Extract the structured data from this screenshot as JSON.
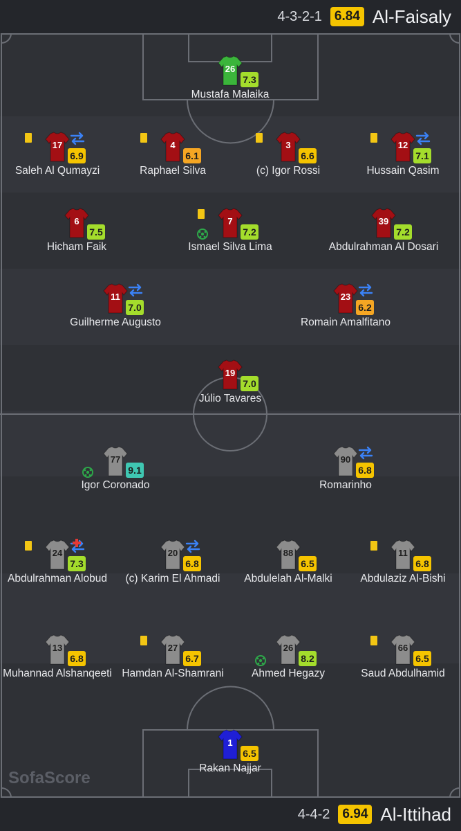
{
  "home": {
    "formation": "4-3-2-1",
    "avg_rating": "6.84",
    "name": "Al-Faisaly",
    "avg_color": "#f5c400"
  },
  "away": {
    "formation": "4-4-2",
    "avg_rating": "6.94",
    "name": "Al-Ittihad",
    "avg_color": "#f5c400"
  },
  "brand": "SofaScore",
  "kit_colors": {
    "home_keeper": "#3bb53b",
    "home_outfield": "#a30f14",
    "away_keeper": "#1f1fd6",
    "away_outfield": "#8c8c8c"
  },
  "rating_colors": {
    "9": "#3fc7b2",
    "7": "#a4dd2c",
    "6.5": "#f5c400",
    "6": "#f5a623"
  },
  "players": [
    {
      "number": "26",
      "name": "Mustafa Malaika",
      "rating": "7.3",
      "kit": "home_keeper"
    },
    {
      "number": "17",
      "name": "Saleh Al Qumayzi",
      "rating": "6.9",
      "kit": "home_outfield",
      "yellow": true,
      "sub": true
    },
    {
      "number": "4",
      "name": "Raphael Silva",
      "rating": "6.1",
      "kit": "home_outfield",
      "yellow": true
    },
    {
      "number": "3",
      "name": "(c) Igor Rossi",
      "rating": "6.6",
      "kit": "home_outfield",
      "yellow": true
    },
    {
      "number": "12",
      "name": "Hussain Qasim",
      "rating": "7.1",
      "kit": "home_outfield",
      "yellow": true,
      "sub": true
    },
    {
      "number": "6",
      "name": "Hicham Faik",
      "rating": "7.5",
      "kit": "home_outfield"
    },
    {
      "number": "7",
      "name": "Ismael Silva Lima",
      "rating": "7.2",
      "kit": "home_outfield",
      "yellow": true,
      "goal": true
    },
    {
      "number": "39",
      "name": "Abdulrahman Al Dosari",
      "rating": "7.2",
      "kit": "home_outfield"
    },
    {
      "number": "11",
      "name": "Guilherme Augusto",
      "rating": "7.0",
      "kit": "home_outfield",
      "sub": true
    },
    {
      "number": "23",
      "name": "Romain Amalfitano",
      "rating": "6.2",
      "kit": "home_outfield",
      "sub": true
    },
    {
      "number": "19",
      "name": "Júlio Tavares",
      "rating": "7.0",
      "kit": "home_outfield"
    },
    {
      "number": "77",
      "name": "Igor Coronado",
      "rating": "9.1",
      "kit": "away_outfield",
      "goal": true
    },
    {
      "number": "90",
      "name": "Romarinho",
      "rating": "6.8",
      "kit": "away_outfield",
      "sub": true
    },
    {
      "number": "24",
      "name": "Abdulrahman Alobud",
      "rating": "7.3",
      "kit": "away_outfield",
      "yellow": true,
      "injury": true,
      "sub": true
    },
    {
      "number": "20",
      "name": "(c) Karim El Ahmadi",
      "rating": "6.8",
      "kit": "away_outfield",
      "sub": true
    },
    {
      "number": "88",
      "name": "Abdulelah Al-Malki",
      "rating": "6.5",
      "kit": "away_outfield"
    },
    {
      "number": "11",
      "name": "Abdulaziz Al-Bishi",
      "rating": "6.8",
      "kit": "away_outfield",
      "yellow": true
    },
    {
      "number": "13",
      "name": "Muhannad Alshanqeeti",
      "rating": "6.8",
      "kit": "away_outfield"
    },
    {
      "number": "27",
      "name": "Hamdan Al-Shamrani",
      "rating": "6.7",
      "kit": "away_outfield",
      "yellow": true
    },
    {
      "number": "26",
      "name": "Ahmed Hegazy",
      "rating": "8.2",
      "kit": "away_outfield",
      "goal": true
    },
    {
      "number": "66",
      "name": "Saud Abdulhamid",
      "rating": "6.5",
      "kit": "away_outfield",
      "yellow": true
    },
    {
      "number": "1",
      "name": "Rakan Najjar",
      "rating": "6.5",
      "kit": "away_keeper"
    }
  ]
}
